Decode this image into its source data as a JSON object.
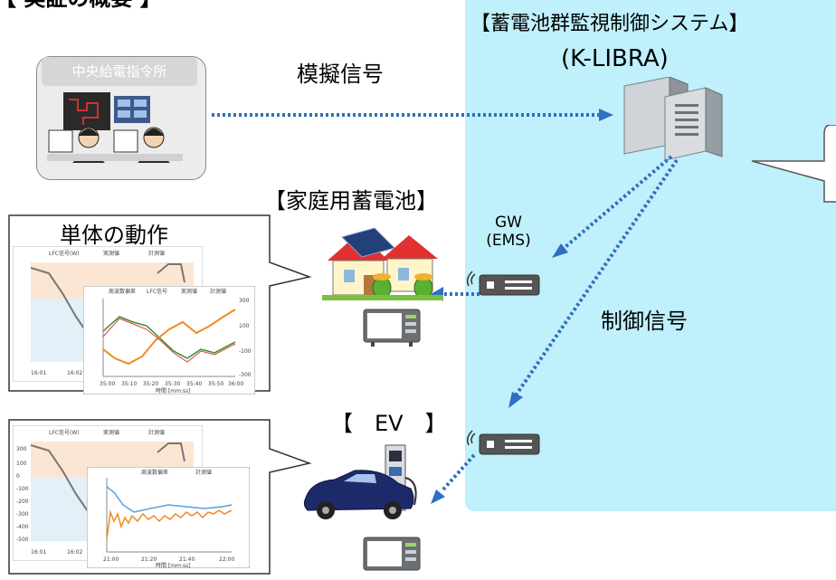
{
  "heading": "【 実証の概要 】",
  "system": {
    "title": "【蓄電池群監視制御システム】",
    "name": "(K-LIBRA)"
  },
  "center": {
    "label": "中央給電指令所"
  },
  "signals": {
    "simulated": "模擬信号",
    "control": "制御信号"
  },
  "gateway": {
    "line1": "GW",
    "line2": "(EMS)"
  },
  "home_battery": {
    "title": "【家庭用蓄電池】",
    "callout": "単体の動作"
  },
  "ev": {
    "title": "【　EV　】"
  },
  "chart_legend": {
    "lfc": "LFC信号(W)",
    "measured": "実測値",
    "planned": "計測値",
    "freq": "周波数偏差",
    "lfc2": "LFC信号",
    "measured2": "実測値",
    "planned2": "計測値",
    "xlabel": "時間 [mm:ss]"
  },
  "chart_ticks": {
    "home_x": [
      "35:00",
      "35:10",
      "35:20",
      "35:30",
      "35:40",
      "35:50",
      "36:00"
    ],
    "ev_x": [
      "21:00",
      "21:20",
      "21:40",
      "22:00"
    ],
    "left_x1": [
      "16:01",
      "16:02"
    ],
    "right_y": [
      "300",
      "100",
      "-100",
      "-300"
    ],
    "left_y": [
      "300",
      "100",
      "0",
      "-100",
      "-200",
      "-300",
      "-400",
      "-500"
    ]
  },
  "colors": {
    "panel": "#bff0fb",
    "dotted_line": "#2f6fbf",
    "orange_series": "#f08a24",
    "green_series": "#3c8a2e",
    "blue_series": "#5aa0d8",
    "red_series": "#d23a3a"
  }
}
